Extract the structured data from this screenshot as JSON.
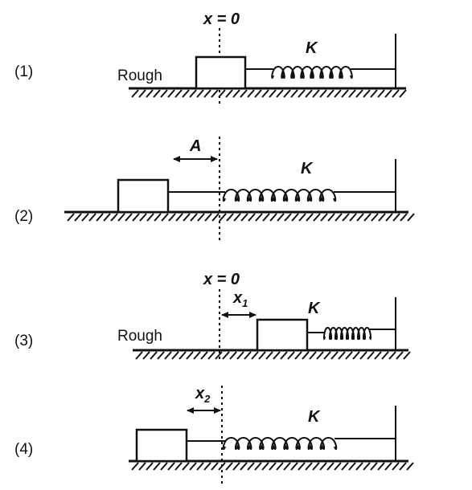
{
  "panels": [
    {
      "number": "(1)",
      "surface": "Rough",
      "spring_label": "K",
      "origin_label": "x = 0",
      "offset_label": ""
    },
    {
      "number": "(2)",
      "surface": "",
      "spring_label": "K",
      "origin_label": "",
      "offset_label": "A"
    },
    {
      "number": "(3)",
      "surface": "Rough",
      "spring_label": "K",
      "origin_label": "x = 0",
      "offset_label": "x",
      "offset_sub": "1"
    },
    {
      "number": "(4)",
      "surface": "",
      "spring_label": "K",
      "origin_label": "",
      "offset_label": "x",
      "offset_sub": "2"
    }
  ]
}
